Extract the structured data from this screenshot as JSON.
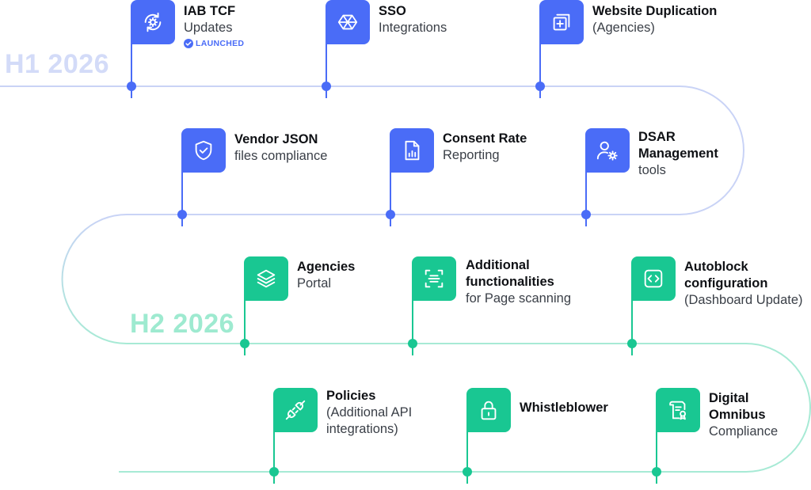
{
  "periods": {
    "h1": "H1 2026",
    "h2": "H2 2026"
  },
  "colors": {
    "h1_accent": "#4a6cf7",
    "h2_accent": "#19c792",
    "h1_track": "#c9d3f6",
    "h2_track": "#a7ead5"
  },
  "rows": [
    [
      {
        "icon": "gear-refresh-icon",
        "color": "blue",
        "title": "IAB TCF",
        "subtitle": "Updates",
        "badge": "LAUNCHED"
      },
      {
        "icon": "network-icon",
        "color": "blue",
        "title": "SSO",
        "subtitle": "Integrations"
      },
      {
        "icon": "duplicate-icon",
        "color": "blue",
        "title": "Website Duplication",
        "subtitle": "(Agencies)"
      }
    ],
    [
      {
        "icon": "shield-check-icon",
        "color": "blue",
        "title": "Vendor JSON",
        "subtitle": "files compliance"
      },
      {
        "icon": "report-chart-icon",
        "color": "blue",
        "title": "Consent Rate",
        "subtitle": "Reporting"
      },
      {
        "icon": "user-gear-icon",
        "color": "blue",
        "title": "DSAR Management",
        "subtitle": "tools"
      }
    ],
    [
      {
        "icon": "layers-icon",
        "color": "green",
        "title": "Agencies",
        "subtitle": "Portal"
      },
      {
        "icon": "scan-icon",
        "color": "green",
        "title": "Additional functionalities",
        "subtitle": "for Page scanning"
      },
      {
        "icon": "code-icon",
        "color": "green",
        "title": "Autoblock configuration",
        "subtitle": "(Dashboard Update)"
      }
    ],
    [
      {
        "icon": "plug-icon",
        "color": "green",
        "title": "Policies",
        "subtitle": "(Additional API integrations)"
      },
      {
        "icon": "lock-icon",
        "color": "green",
        "title": "Whistleblower",
        "subtitle": ""
      },
      {
        "icon": "certificate-icon",
        "color": "green",
        "title": "Digital Omnibus",
        "subtitle": "Compliance"
      }
    ]
  ]
}
